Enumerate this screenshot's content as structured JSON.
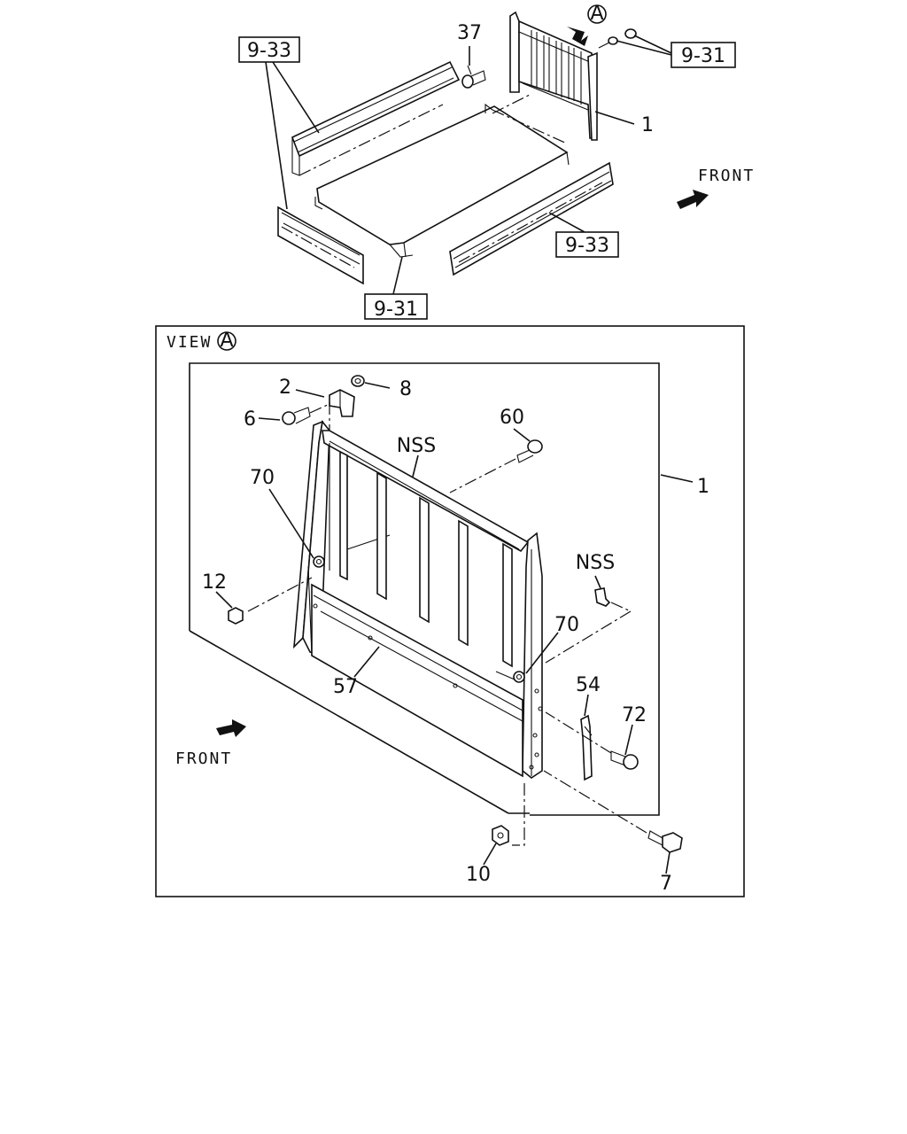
{
  "top_view": {
    "refs": {
      "ref_933_a": "9-33",
      "ref_931_top": "9-31",
      "ref_933_b": "9-33",
      "ref_931_bottom": "9-31"
    },
    "callouts": {
      "c37": "37",
      "c1": "1",
      "view_marker": "A"
    },
    "front_label": "FRONT"
  },
  "detail_view": {
    "title": "VIEW",
    "title_marker": "A",
    "front_label": "FRONT",
    "callouts": {
      "c2": "2",
      "c8": "8",
      "c6": "6",
      "c60": "60",
      "nss_top": "NSS",
      "c1": "1",
      "c70_left": "70",
      "c12": "12",
      "nss_right": "NSS",
      "c70_right": "70",
      "c57": "57",
      "c54": "54",
      "c72": "72",
      "c10": "10",
      "c7": "7"
    }
  }
}
